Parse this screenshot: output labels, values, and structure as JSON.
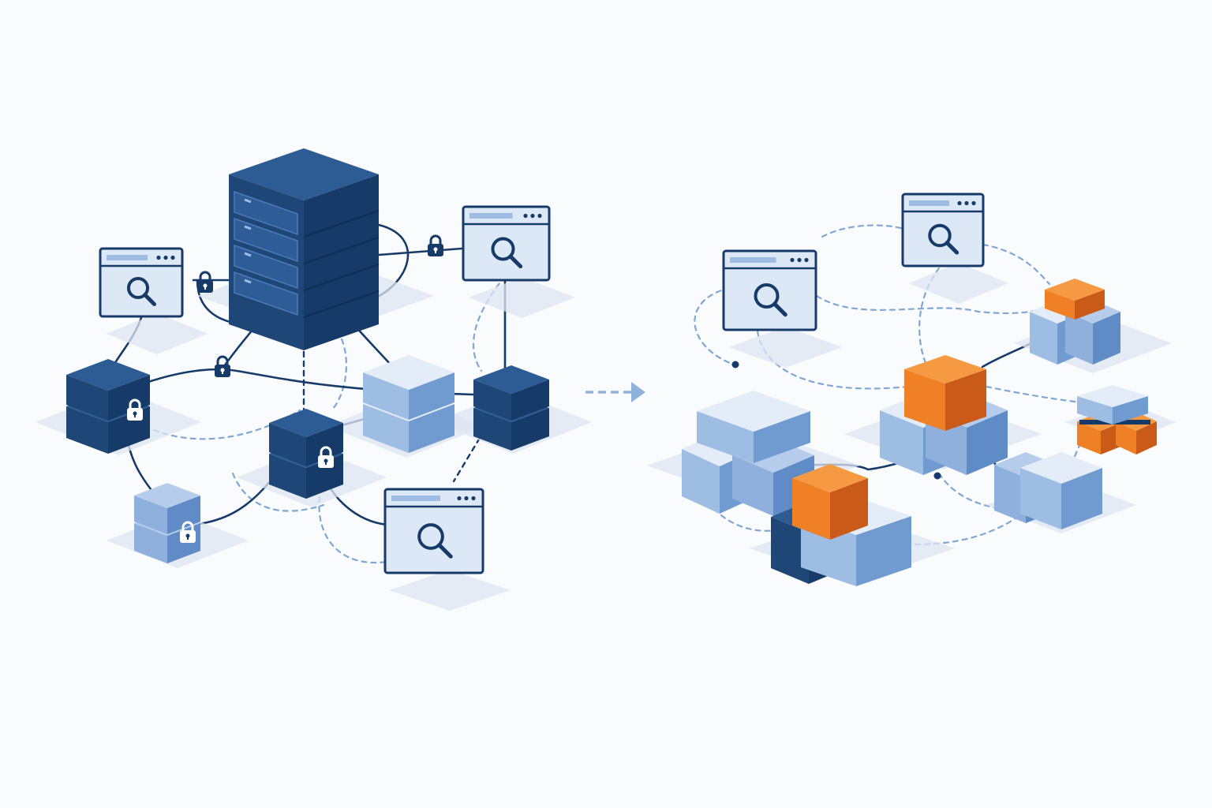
{
  "colors": {
    "background": "#fafbfd",
    "shadow": "#dde5f1",
    "navy_top": "#2d5b93",
    "navy_left": "#1e4677",
    "navy_right": "#173b69",
    "navy_line": "#173b69",
    "light_top": "#e3ecf7",
    "light_left": "#9dbde3",
    "light_right": "#6f9bd0",
    "orange_top": "#f59a43",
    "orange_left": "#ef8026",
    "orange_right": "#c95a17",
    "window_fill": "#dde8f6",
    "window_bar": "#ffffff",
    "dashed_line": "#7fa7d2",
    "arrow": "#8fb2d9"
  },
  "diagram": {
    "left_cluster": {
      "server": "server-rack",
      "node_style": "navy-stacked-blocks",
      "windows": [
        "search-window",
        "search-window",
        "search-window"
      ],
      "locks": [
        "lock-icon",
        "lock-icon",
        "lock-icon",
        "lock-icon",
        "lock-icon",
        "lock-icon"
      ]
    },
    "transition": "arrow-right-icon",
    "right_cluster": {
      "node_style": "light-and-orange-blocks",
      "windows": [
        "search-window",
        "search-window"
      ]
    }
  }
}
